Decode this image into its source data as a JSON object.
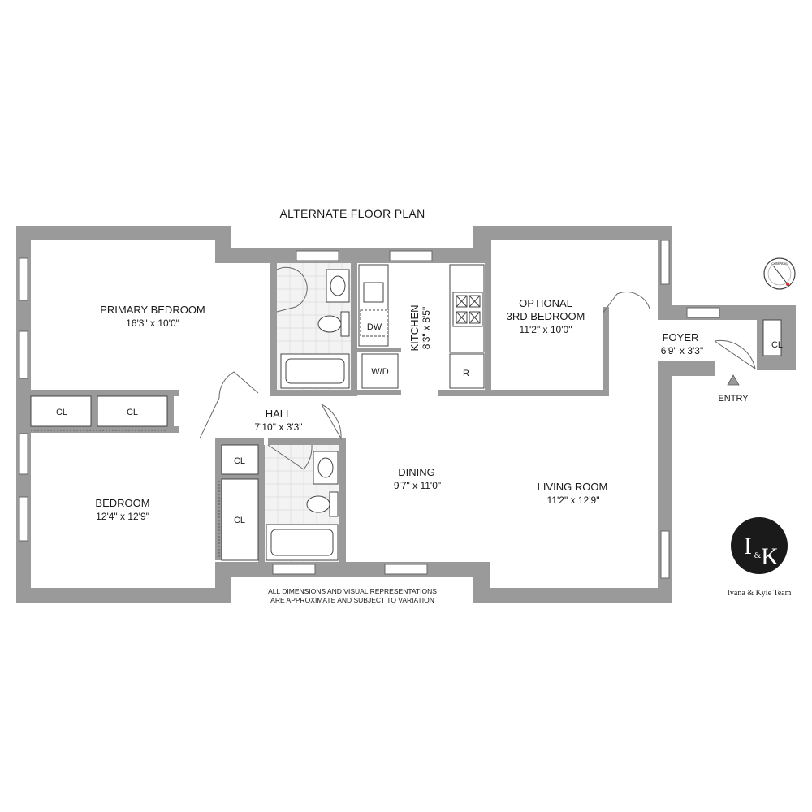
{
  "plan": {
    "title": "ALTERNATE FLOOR PLAN",
    "disclaimer_line1": "ALL DIMENSIONS AND VISUAL REPRESENTATIONS",
    "disclaimer_line2": "ARE APPROXIMATE AND SUBJECT TO VARIATION",
    "rooms": {
      "primary_bedroom": {
        "name": "PRIMARY BEDROOM",
        "dims": "16'3\" x 10'0\""
      },
      "bedroom": {
        "name": "BEDROOM",
        "dims": "12'4\" x 12'9\""
      },
      "hall": {
        "name": "HALL",
        "dims": "7'10\" x 3'3\""
      },
      "kitchen": {
        "name": "KITCHEN",
        "dims": "8'3\" x 8'5\""
      },
      "optional_bedroom": {
        "name_line1": "OPTIONAL",
        "name_line2": "3RD BEDROOM",
        "dims": "11'2\" x 10'0\""
      },
      "foyer": {
        "name": "FOYER",
        "dims": "6'9\" x 3'3\""
      },
      "dining": {
        "name": "DINING",
        "dims": "9'7\" x 11'0\""
      },
      "living_room": {
        "name": "LIVING ROOM",
        "dims": "11'2\" x 12'9\""
      }
    },
    "fixtures": {
      "closet": "CL",
      "dishwasher": "DW",
      "washer_dryer": "W/D",
      "refrigerator": "R"
    },
    "entry_label": "ENTRY",
    "compass_label": "COMPASS"
  },
  "brand": {
    "logo_left": "I",
    "logo_amp": "&",
    "logo_right": "K",
    "name": "Ivana & Kyle Team",
    "logo_color": "#1a1a1a"
  },
  "colors": {
    "wall": "#9a9a9a",
    "background": "#ffffff"
  }
}
